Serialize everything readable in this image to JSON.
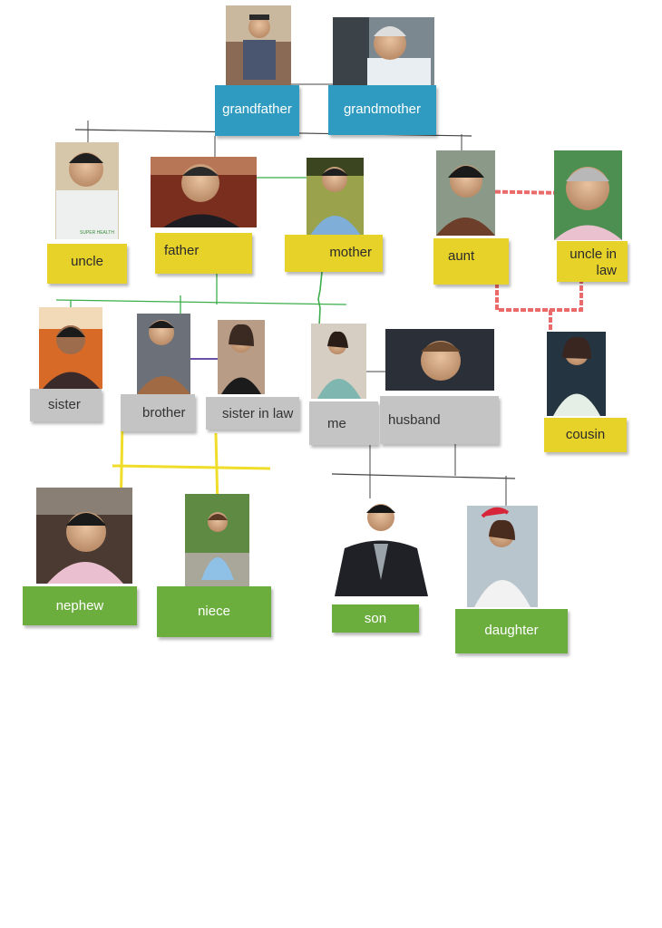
{
  "colors": {
    "blue_label": "#2f9bc0",
    "yellow_label": "#e7d22a",
    "gray_label": "#c4c4c4",
    "green_label": "#6cae3d",
    "line_black": "#444444",
    "line_green": "#3bae4a",
    "line_red": "#ea6a6a",
    "line_yellow": "#f0dd2a",
    "line_purple": "#6b4fa8"
  },
  "members": {
    "grandfather": "grandfather",
    "grandmother": "grandmother",
    "uncle": "uncle",
    "father": "father",
    "mother": "mother",
    "aunt": "aunt",
    "uncle_in_law": "uncle in law",
    "sister": "sister",
    "brother": "brother",
    "sister_in_law": "sister in law",
    "me": "me",
    "husband": "husband",
    "cousin": "cousin",
    "nephew": "nephew",
    "niece": "niece",
    "son": "son",
    "daughter": "daughter"
  },
  "photo_badge": "SUPER HEALTH"
}
